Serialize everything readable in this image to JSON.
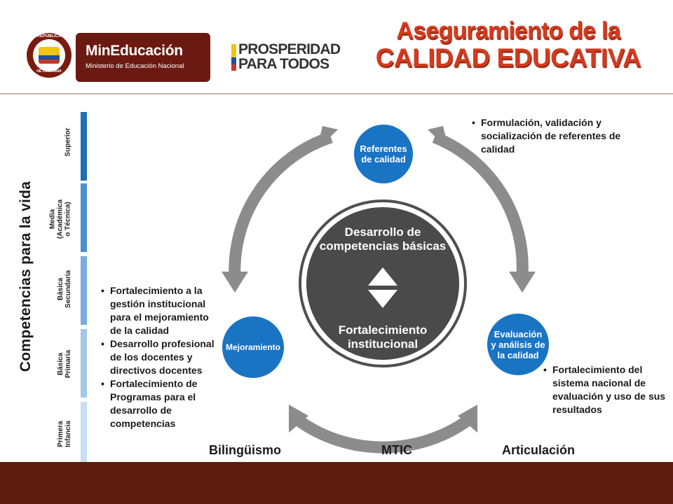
{
  "header": {
    "seal_top_text": "REPÚBLICA",
    "seal_bottom_text": "DE COLOMBIA",
    "ministry_brand": "MinEducación",
    "ministry_subtitle": "Ministerio de Educación Nacional",
    "prosperidad_line1": "PROSPERIDAD",
    "prosperidad_line2": "PARA TODOS",
    "title_line1": "Aseguramiento de la",
    "title_line2": "CALIDAD EDUCATIVA"
  },
  "side": {
    "vertical_title": "Competencias para la vida",
    "levels": [
      {
        "label": "Superior",
        "color": "#1e6fb8"
      },
      {
        "label": "Media\n(Académica\no Técnica)",
        "color": "#4a8fd0"
      },
      {
        "label": "Básica\nSecundaria",
        "color": "#79aede"
      },
      {
        "label": "Básica\nPrimaria",
        "color": "#a3c8ec"
      },
      {
        "label": "Primera\nInfancia",
        "color": "#c8dff5"
      }
    ]
  },
  "diagram": {
    "center_top": "Desarrollo de\ncompetencias básicas",
    "center_bottom": "Fortalecimiento\ninstitucional",
    "nodes": {
      "referentes": "Referentes\nde calidad",
      "mejoramiento": "Mejoramiento",
      "evaluacion": "Evaluación\ny análisis de\nla calidad"
    },
    "bottom_labels": [
      "Bilingüismo",
      "MTIC",
      "Articulación"
    ]
  },
  "bullets": {
    "top_right": [
      "Formulación, validación y socialización de referentes de calidad"
    ],
    "left": [
      "Fortalecimiento a la gestión institucional para el mejoramiento de la calidad",
      "Desarrollo profesional de los docentes y directivos docentes",
      "Fortalecimiento de Programas para el desarrollo de competencias"
    ],
    "bottom_right": [
      "Fortalecimiento del sistema nacional de evaluación y uso de sus resultados"
    ]
  },
  "colors": {
    "title_red": "#d43a1c",
    "footer": "#5b1c0d",
    "ministry": "#6b1a12",
    "node_blue": "#1a74c4",
    "arrow_gray": "#8c8c8c"
  }
}
